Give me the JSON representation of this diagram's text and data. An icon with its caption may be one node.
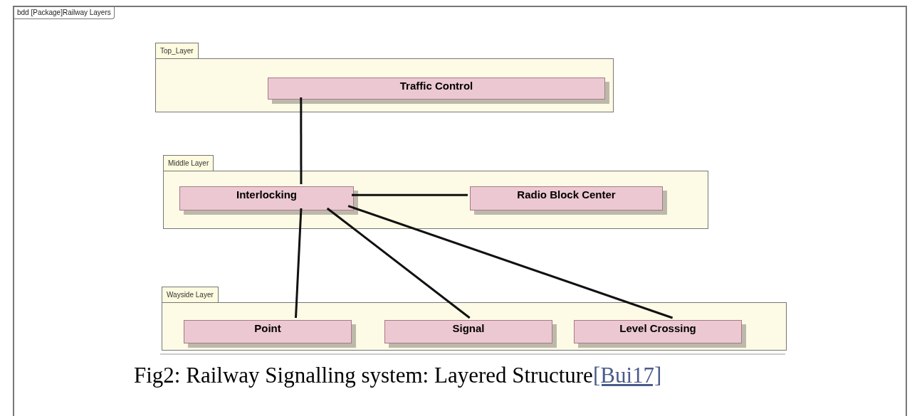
{
  "diagram": {
    "caption": "Fig2: Railway Signalling system: Layered Structure",
    "nodes": [
      {
        "text": [
          "bdd [Package]Railway Layers"
        ]
      },
      {
        "text": [
          "Top_Layer"
        ],
        "in": 0
      },
      {
        "text": [
          "Traffic Control"
        ],
        "in": 1
      },
      {
        "text": [
          "Middle Layer"
        ],
        "in": 0
      },
      {
        "text": [
          "Interlocking"
        ],
        "in": 3
      },
      {
        "text": [
          "Radio Block Center"
        ],
        "in": 3
      },
      {
        "text": [
          "Wayside Layer"
        ],
        "in": 0
      },
      {
        "text": [
          "Point"
        ],
        "in": 6
      },
      {
        "text": [
          "Signal"
        ],
        "in": 6
      },
      {
        "text": [
          "Level Crossing"
        ],
        "in": 6
      }
    ],
    "edges": [
      {
        "from": 2,
        "to": 4,
        "arrow": "none"
      },
      {
        "from": 4,
        "to": 5,
        "arrow": "none"
      },
      {
        "from": 4,
        "to": 7,
        "arrow": "none"
      },
      {
        "from": 4,
        "to": 8,
        "arrow": "none"
      },
      {
        "from": 4,
        "to": 9,
        "arrow": "none"
      }
    ],
    "labels": [
      "[Bui17]"
    ]
  }
}
